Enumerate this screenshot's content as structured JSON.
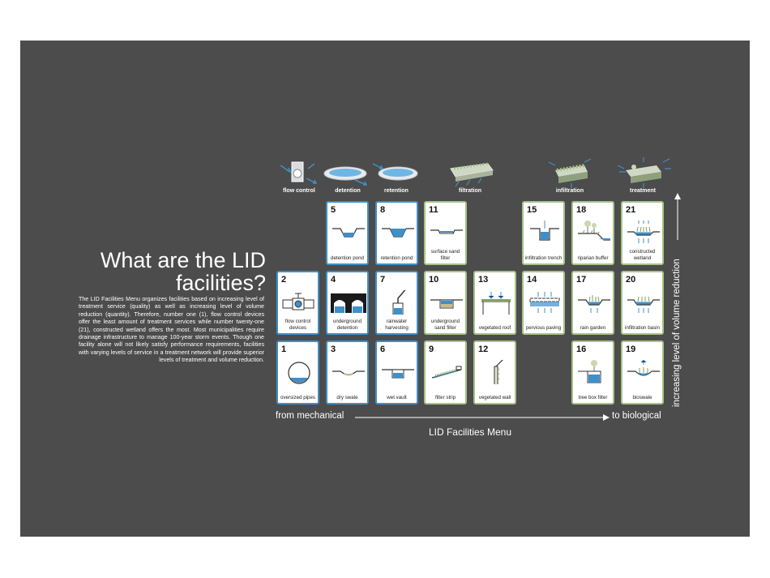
{
  "heading": {
    "line1": "What are the LID",
    "line2": "facilities?"
  },
  "description": "The LID Facilities Menu organizes facilities based on increasing level of treatment service (quality) as well as increasing level of volume reduction (quantity). Therefore, number one (1), flow control devices offer the least amount of treatment services while number twenty-one (21), constructed wetland offers the most. Most municipalities require drainage infrastructure to manage 100-year storm events. Though one facility alone will not likely satisfy performance requirements, facilities with varying levels of service in a treatment network will provide superior levels of treatment and volume reduction.",
  "categories": [
    {
      "label": "flow control",
      "icon": "flow-control-icon"
    },
    {
      "label": "detention",
      "icon": "detention-basin-icon"
    },
    {
      "label": "retention",
      "icon": "retention-basin-icon"
    },
    {
      "label": "filtration",
      "icon": "filtration-icon"
    },
    {
      "label": "infiltration",
      "icon": "infiltration-icon"
    },
    {
      "label": "treatment",
      "icon": "treatment-icon"
    }
  ],
  "tiles": [
    {
      "num": "5",
      "label": "detention pond",
      "border": "blue",
      "icon": "detention-pond-icon"
    },
    {
      "num": "8",
      "label": "retention pond",
      "border": "blue",
      "icon": "retention-pond-icon"
    },
    {
      "num": "11",
      "label": "surface sand filter",
      "border": "green",
      "icon": "surface-sand-filter-icon"
    },
    {
      "num": "15",
      "label": "infiltration trench",
      "border": "green",
      "icon": "infiltration-trench-icon"
    },
    {
      "num": "18",
      "label": "riparian buffer",
      "border": "green",
      "icon": "riparian-buffer-icon"
    },
    {
      "num": "21",
      "label": "constructed wetland",
      "border": "green",
      "icon": "constructed-wetland-icon"
    },
    {
      "num": "2",
      "label": "flow control devices",
      "border": "blue",
      "icon": "flow-control-device-icon"
    },
    {
      "num": "4",
      "label": "underground detention",
      "border": "blue",
      "icon": "underground-detention-icon"
    },
    {
      "num": "7",
      "label": "rainwater harvesting",
      "border": "blue",
      "icon": "rainwater-harvesting-icon"
    },
    {
      "num": "10",
      "label": "underground sand filter",
      "border": "green",
      "icon": "underground-sand-filter-icon"
    },
    {
      "num": "13",
      "label": "vegetated roof",
      "border": "green",
      "icon": "vegetated-roof-icon"
    },
    {
      "num": "14",
      "label": "pervious paving",
      "border": "green",
      "icon": "pervious-paving-icon"
    },
    {
      "num": "17",
      "label": "rain garden",
      "border": "green",
      "icon": "rain-garden-icon"
    },
    {
      "num": "20",
      "label": "infiltration basin",
      "border": "green",
      "icon": "infiltration-basin-icon"
    },
    {
      "num": "1",
      "label": "oversized pipes",
      "border": "blue",
      "icon": "oversized-pipe-icon"
    },
    {
      "num": "3",
      "label": "dry swale",
      "border": "blue",
      "icon": "dry-swale-icon"
    },
    {
      "num": "6",
      "label": "wet vault",
      "border": "blue",
      "icon": "wet-vault-icon"
    },
    {
      "num": "9",
      "label": "filter strip",
      "border": "green",
      "icon": "filter-strip-icon"
    },
    {
      "num": "12",
      "label": "vegetated wall",
      "border": "green",
      "icon": "vegetated-wall-icon"
    },
    {
      "num": "16",
      "label": "tree box filter",
      "border": "green",
      "icon": "tree-box-filter-icon"
    },
    {
      "num": "19",
      "label": "bioswale",
      "border": "green",
      "icon": "bioswale-icon"
    }
  ],
  "axis": {
    "from": "from mechanical",
    "to": "to biological",
    "menu_title": "LID Facilities Menu",
    "vertical": "increasing level of volume reduction"
  },
  "colors": {
    "background": "#4b4c4b",
    "water": "#3f8fc9",
    "blue_border": "#3f8fc9",
    "green_border": "#a7c388"
  }
}
